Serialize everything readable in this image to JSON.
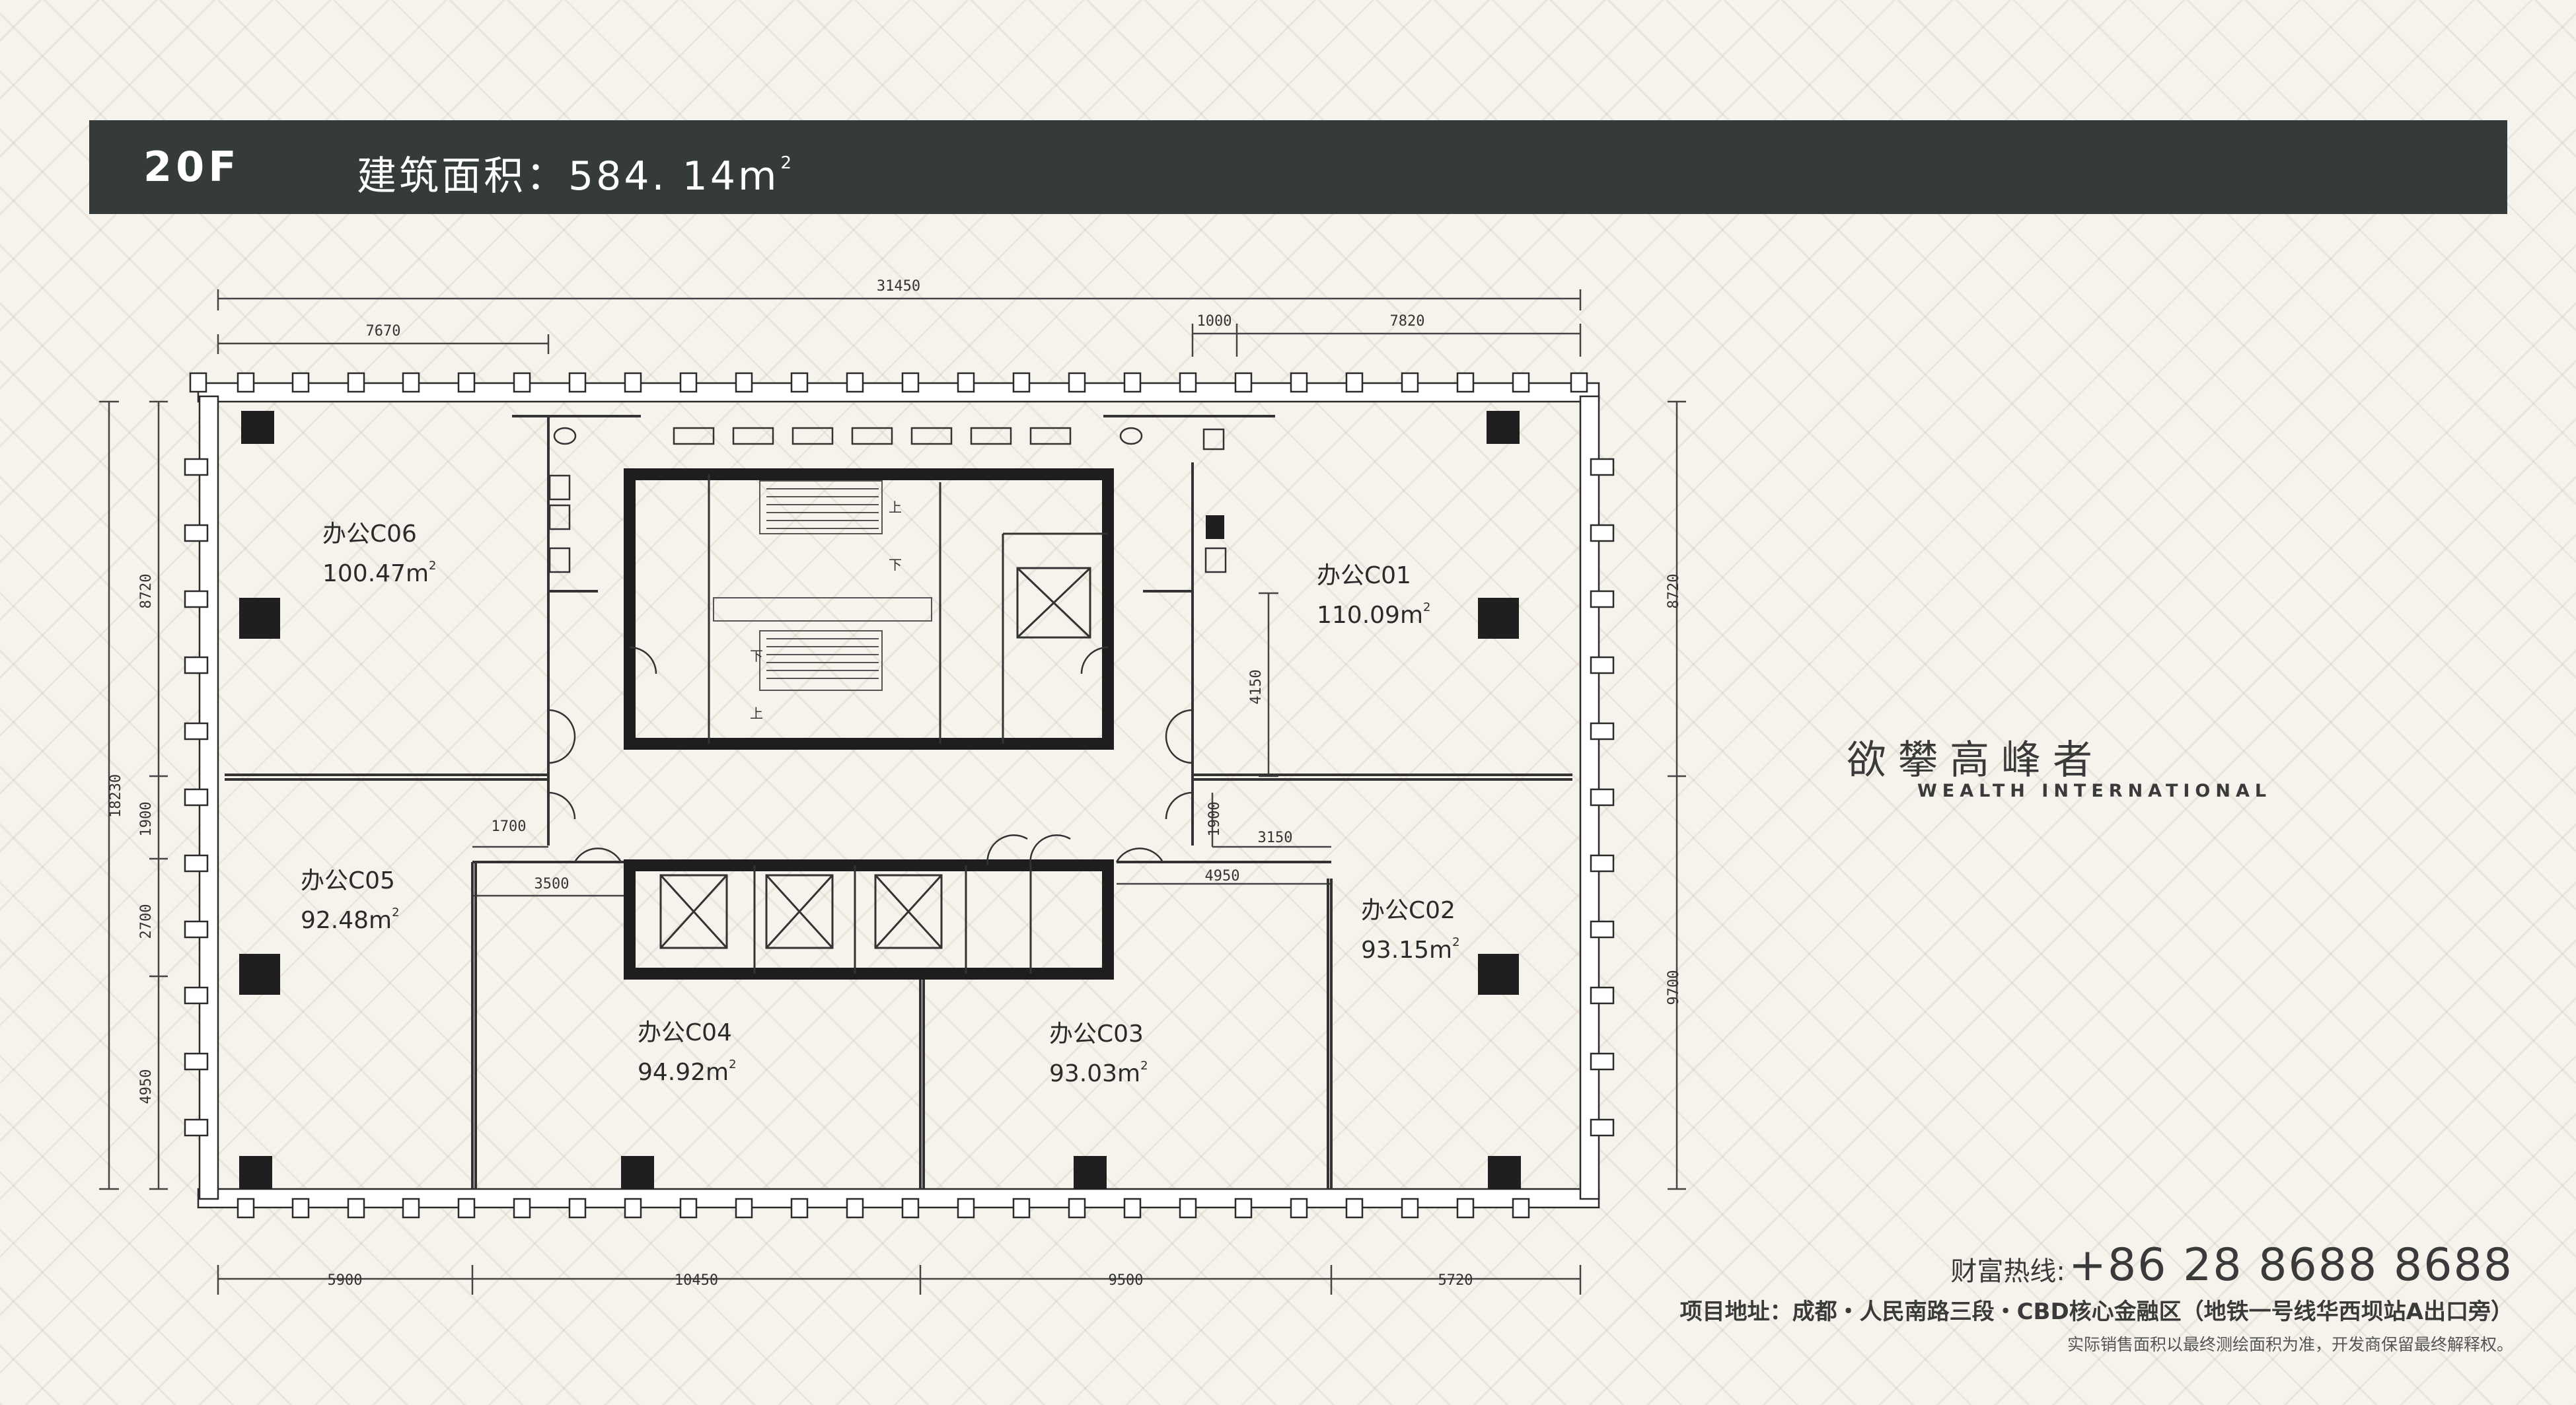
{
  "header": {
    "floor": "20F",
    "area_label": "建筑面积：",
    "area_value": "584. 14m",
    "area_sup": "2"
  },
  "rooms": [
    {
      "name": "办公C06",
      "area": "100.47m",
      "sup": "2"
    },
    {
      "name": "办公C01",
      "area": "110.09m",
      "sup": "2"
    },
    {
      "name": "办公C05",
      "area": "92.48m",
      "sup": "2"
    },
    {
      "name": "办公C02",
      "area": "93.15m",
      "sup": "2"
    },
    {
      "name": "办公C04",
      "area": "94.92m",
      "sup": "2"
    },
    {
      "name": "办公C03",
      "area": "93.03m",
      "sup": "2"
    }
  ],
  "dimensions": {
    "top_total": "31450",
    "top_left": "7670",
    "top_gap": "1000",
    "top_right": "7820",
    "left_total": "18230",
    "left_1": "8720",
    "left_2": "1900",
    "left_3": "2700",
    "left_4": "4950",
    "right_1": "8720",
    "right_2": "9700",
    "inner_4150": "4150",
    "inner_1900": "1900",
    "inner_3150": "3150",
    "inner_4950": "4950",
    "inner_1700": "1700",
    "inner_3500": "3500",
    "bottom_1": "5900",
    "bottom_2": "10450",
    "bottom_3": "9500",
    "bottom_4": "5720"
  },
  "stairs": {
    "up": "上",
    "down": "下"
  },
  "brand": {
    "tagline": "欲攀高峰者",
    "tagline_en": "WEALTH INTERNATIONAL"
  },
  "contact": {
    "hotline_label": "财富热线:",
    "hotline_number": "+86 28 8688 8688",
    "address": "项目地址：成都・人民南路三段・CBD核心金融区（地铁一号线华西坝站A出口旁）",
    "disclaimer": "实际销售面积以最终测绘面积为准，开发商保留最终解释权。"
  },
  "colors": {
    "header_bg": "#353b3b",
    "wall": "#1e1e1e",
    "background": "#f6f3ec"
  }
}
